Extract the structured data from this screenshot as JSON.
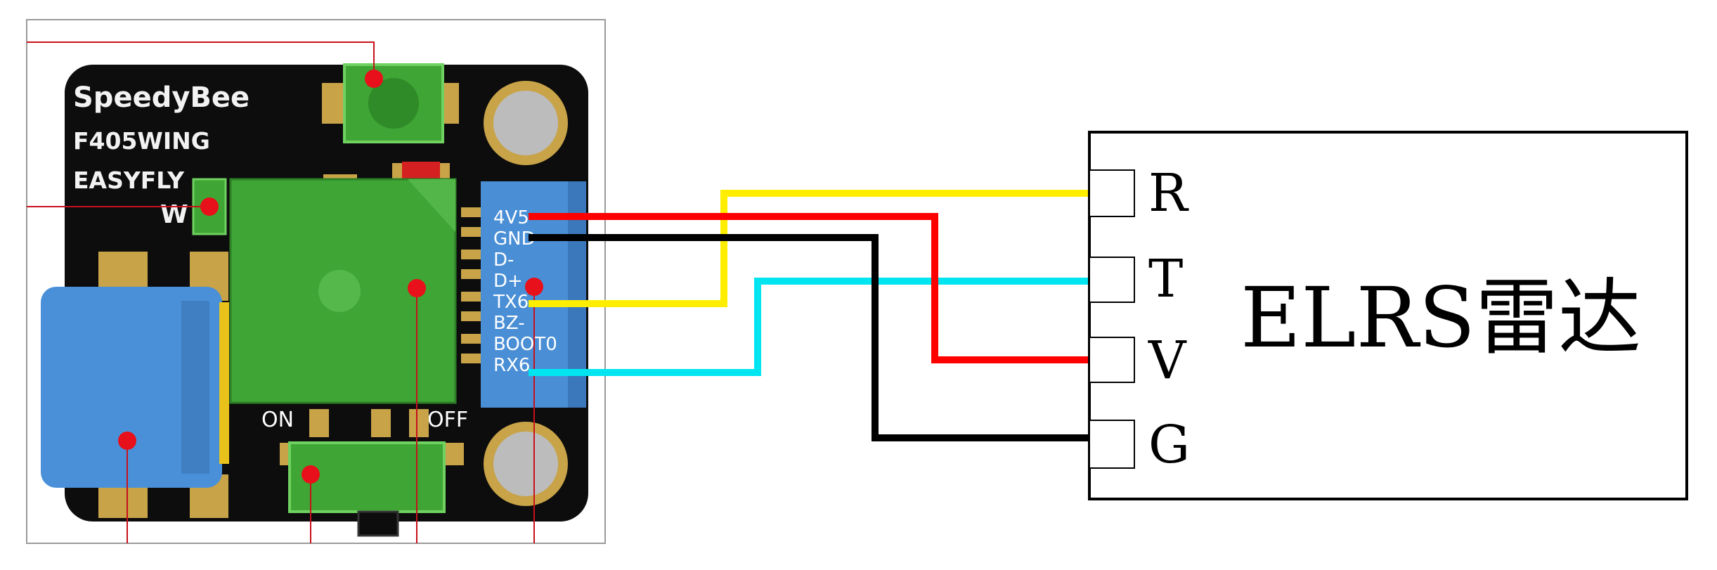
{
  "board": {
    "brand": "SpeedyBee",
    "model": "F405WING",
    "variant": "EASYFLY",
    "pad_label": "W",
    "switch_on": "ON",
    "switch_off": "OFF",
    "pins": [
      "4V5",
      "GND",
      "D-",
      "D+",
      "TX6",
      "BZ-",
      "BOOT0",
      "RX6"
    ]
  },
  "receiver": {
    "title": "ELRS雷达",
    "pins": [
      "R",
      "T",
      "V",
      "G"
    ]
  },
  "colors": {
    "board_black": "#0d0d0d",
    "component_green": "#3fa535",
    "usb_blue": "#4a90d9",
    "connector_blue": "#4a8fd6",
    "marker_red": "#e8101a",
    "wire_yellow": "#ffee00",
    "wire_red": "#ff0000",
    "wire_black": "#000000",
    "wire_cyan": "#00e5f0",
    "pad_gold": "#c8a348"
  },
  "wiring": [
    {
      "from": "TX6",
      "to": "R",
      "color": "yellow"
    },
    {
      "from": "RX6",
      "to": "T",
      "color": "cyan"
    },
    {
      "from": "4V5",
      "to": "V",
      "color": "red"
    },
    {
      "from": "GND",
      "to": "G",
      "color": "black"
    }
  ]
}
